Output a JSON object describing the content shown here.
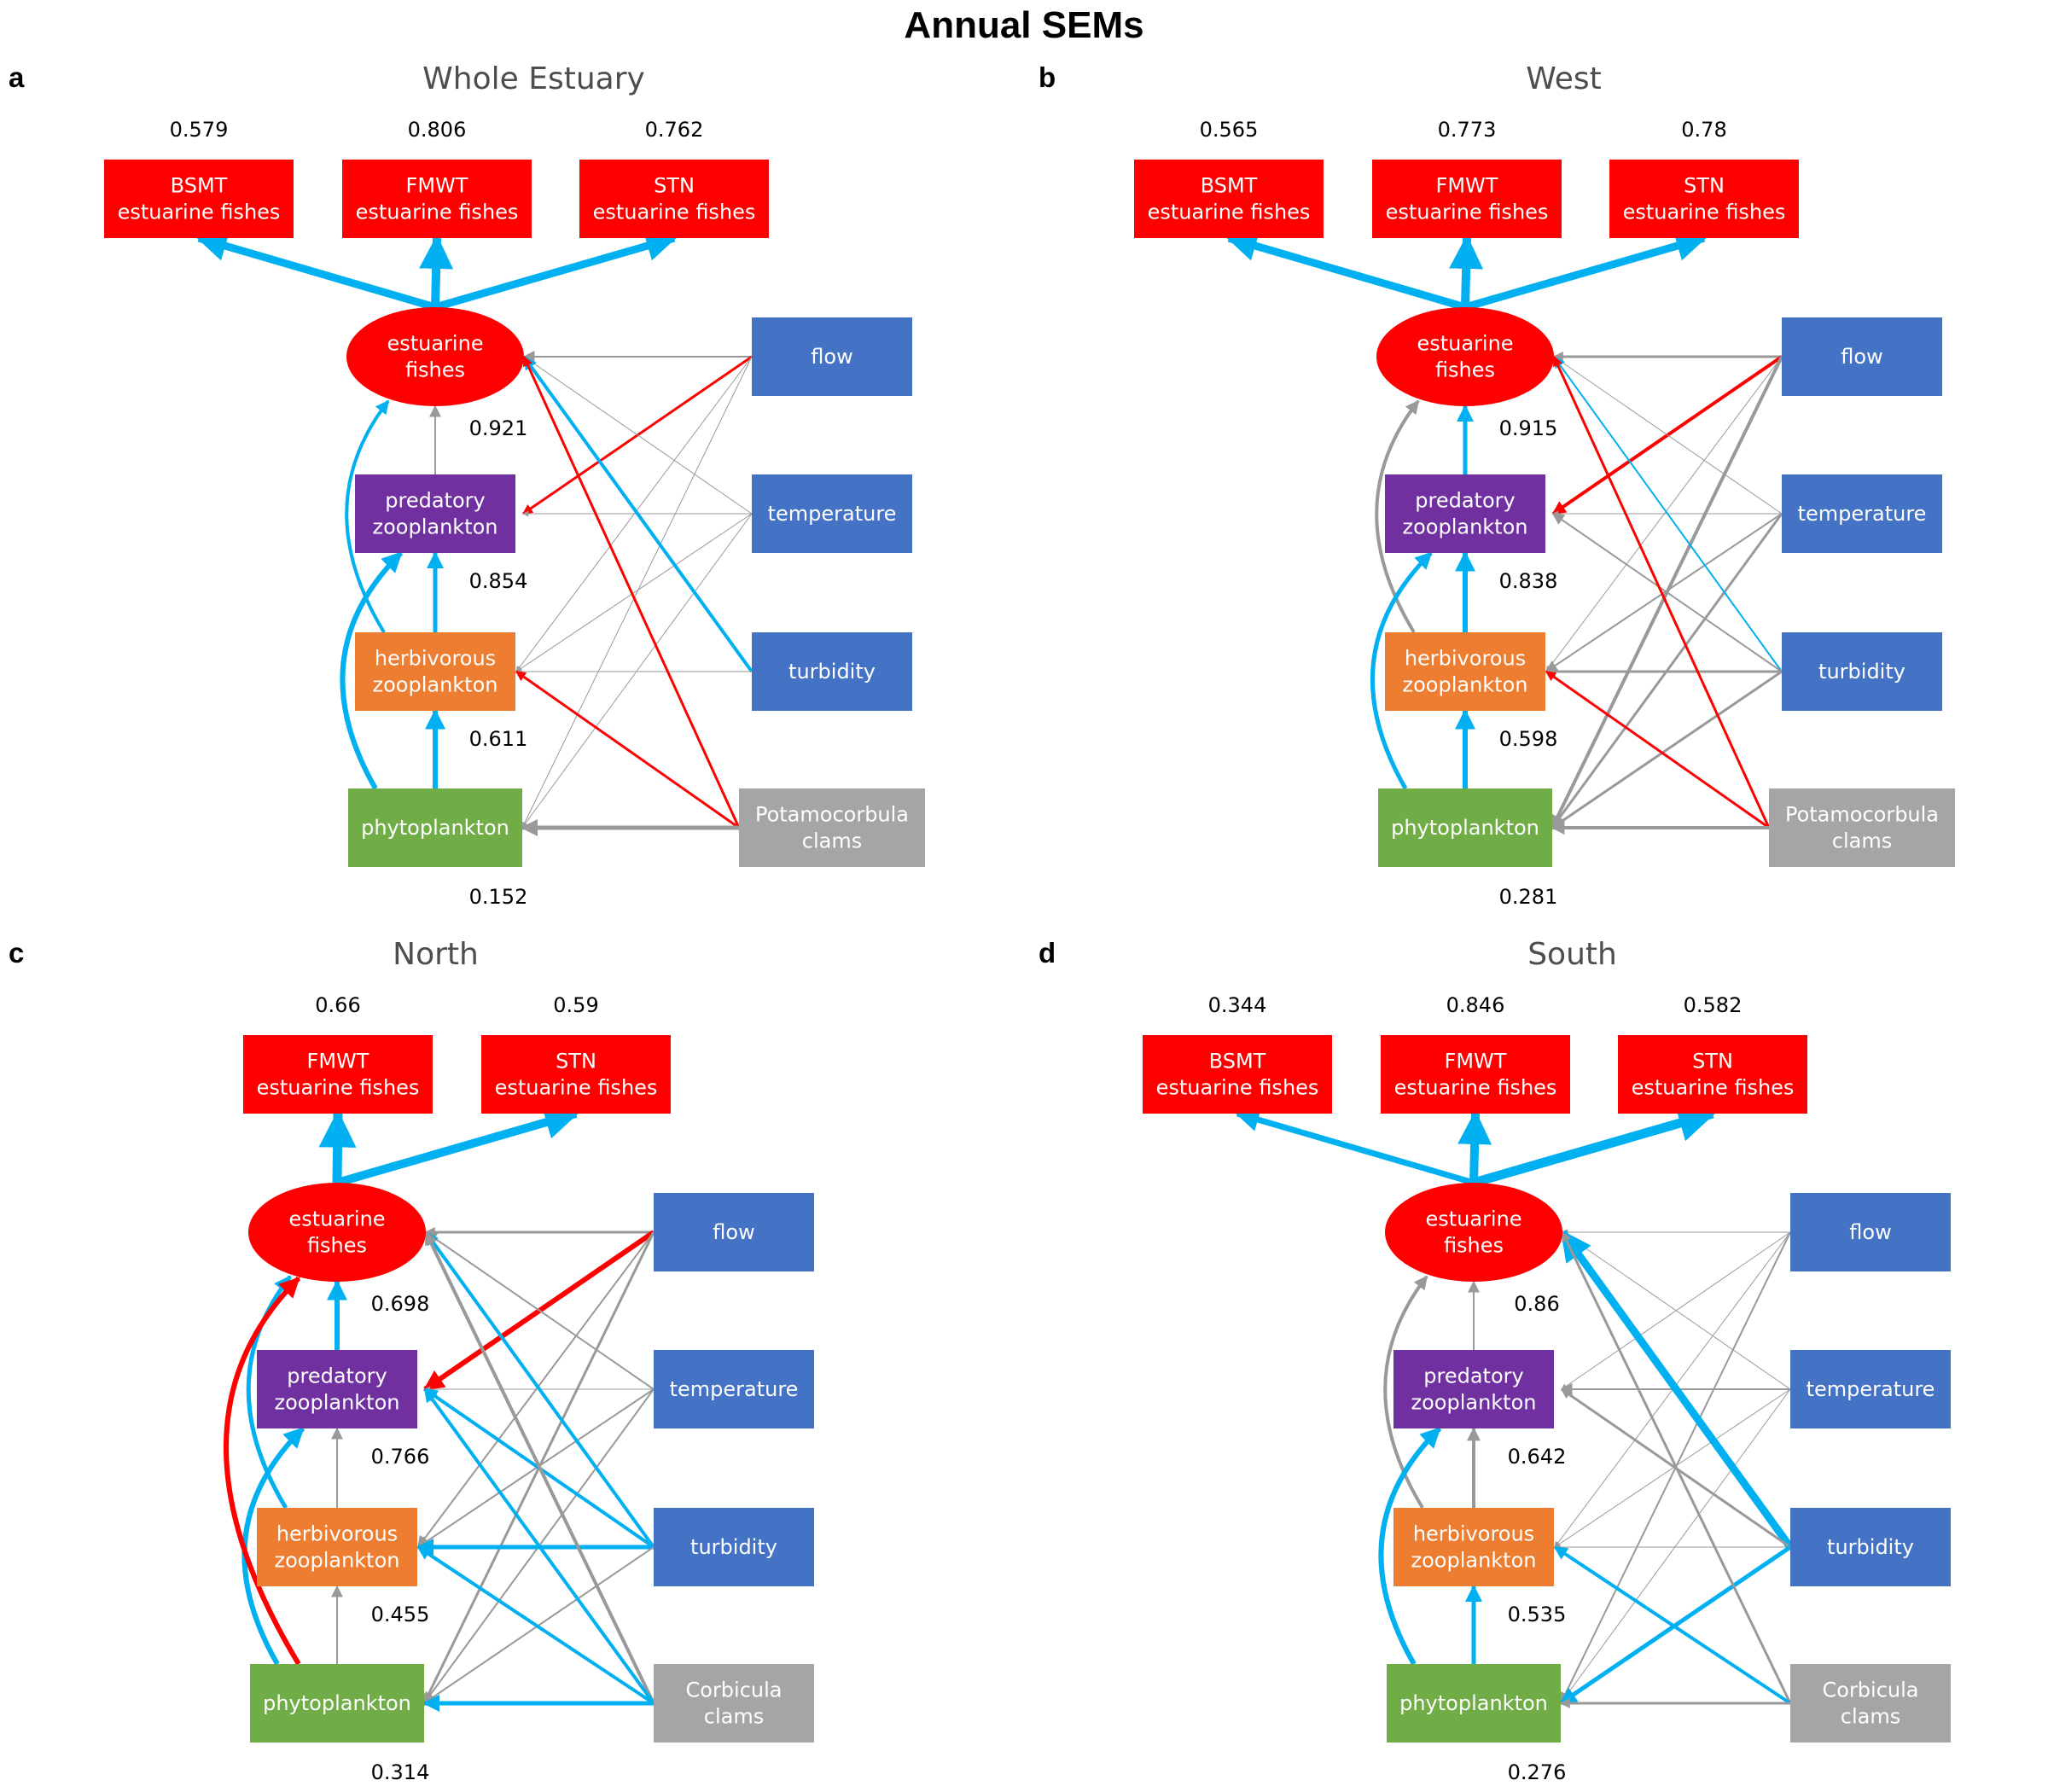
{
  "title": "Annual SEMs",
  "colors": {
    "fish": "#ff0000",
    "predatory": "#7030a0",
    "herbivorous": "#ed7d31",
    "phytoplankton": "#70ad47",
    "driver": "#4472c4",
    "clams": "#a5a5a5",
    "positive": "#00b0f0",
    "negative": "#ff0000",
    "nonsignificant": "#999999"
  },
  "panels": [
    {
      "letter": "a",
      "title": "Whole Estuary",
      "surveys": [
        {
          "name": "BSMT",
          "label": "estuarine fishes",
          "r2": "0.579"
        },
        {
          "name": "FMWT",
          "label": "estuarine fishes",
          "r2": "0.806"
        },
        {
          "name": "STN",
          "label": "estuarine fishes",
          "r2": "0.762"
        }
      ],
      "fish_label": [
        "estuarine",
        "fishes"
      ],
      "predatory_label": [
        "predatory",
        "zooplankton"
      ],
      "herbivorous_label": [
        "herbivorous",
        "zooplankton"
      ],
      "phyto_label": "phytoplankton",
      "drivers": [
        "flow",
        "temperature",
        "turbidity"
      ],
      "clams_label": [
        "Potamocorbula",
        "clams"
      ],
      "r2": {
        "fish": "0.921",
        "predatory": "0.854",
        "herbivorous": "0.611",
        "phyto": "0.152"
      }
    },
    {
      "letter": "b",
      "title": "West",
      "surveys": [
        {
          "name": "BSMT",
          "label": "estuarine fishes",
          "r2": "0.565"
        },
        {
          "name": "FMWT",
          "label": "estuarine fishes",
          "r2": "0.773"
        },
        {
          "name": "STN",
          "label": "estuarine fishes",
          "r2": "0.78"
        }
      ],
      "fish_label": [
        "estuarine",
        "fishes"
      ],
      "predatory_label": [
        "predatory",
        "zooplankton"
      ],
      "herbivorous_label": [
        "herbivorous",
        "zooplankton"
      ],
      "phyto_label": "phytoplankton",
      "drivers": [
        "flow",
        "temperature",
        "turbidity"
      ],
      "clams_label": [
        "Potamocorbula",
        "clams"
      ],
      "r2": {
        "fish": "0.915",
        "predatory": "0.838",
        "herbivorous": "0.598",
        "phyto": "0.281"
      }
    },
    {
      "letter": "c",
      "title": "North",
      "surveys": [
        {
          "name": "FMWT",
          "label": "estuarine fishes",
          "r2": "0.66"
        },
        {
          "name": "STN",
          "label": "estuarine fishes",
          "r2": "0.59"
        }
      ],
      "fish_label": [
        "estuarine",
        "fishes"
      ],
      "predatory_label": [
        "predatory",
        "zooplankton"
      ],
      "herbivorous_label": [
        "herbivorous",
        "zooplankton"
      ],
      "phyto_label": "phytoplankton",
      "drivers": [
        "flow",
        "temperature",
        "turbidity"
      ],
      "clams_label": [
        "Corbicula",
        "clams"
      ],
      "r2": {
        "fish": "0.698",
        "predatory": "0.766",
        "herbivorous": "0.455",
        "phyto": "0.314"
      }
    },
    {
      "letter": "d",
      "title": "South",
      "surveys": [
        {
          "name": "BSMT",
          "label": "estuarine fishes",
          "r2": "0.344"
        },
        {
          "name": "FMWT",
          "label": "estuarine fishes",
          "r2": "0.846"
        },
        {
          "name": "STN",
          "label": "estuarine fishes",
          "r2": "0.582"
        }
      ],
      "fish_label": [
        "estuarine",
        "fishes"
      ],
      "predatory_label": [
        "predatory",
        "zooplankton"
      ],
      "herbivorous_label": [
        "herbivorous",
        "zooplankton"
      ],
      "phyto_label": "phytoplankton",
      "drivers": [
        "flow",
        "temperature",
        "turbidity"
      ],
      "clams_label": [
        "Corbicula",
        "clams"
      ],
      "r2": {
        "fish": "0.86",
        "predatory": "0.642",
        "herbivorous": "0.535",
        "phyto": "0.276"
      }
    }
  ]
}
